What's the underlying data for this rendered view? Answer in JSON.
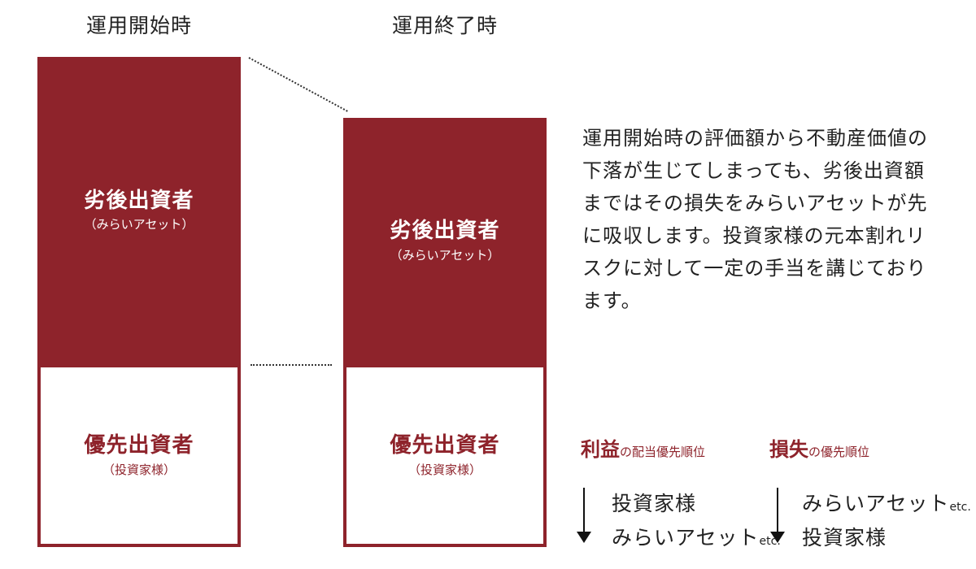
{
  "columns": {
    "start": {
      "title": "運用開始時",
      "junior": {
        "name": "劣後出資者",
        "sub": "（みらいアセット）"
      },
      "senior": {
        "name": "優先出資者",
        "sub": "（投資家様）"
      }
    },
    "end": {
      "title": "運用終了時",
      "junior": {
        "name": "劣後出資者",
        "sub": "（みらいアセット）"
      },
      "senior": {
        "name": "優先出資者",
        "sub": "（投資家様）"
      }
    }
  },
  "description": "運用開始時の評価額から不動産価値の下落が生じてしまっても、劣後出資額まではその損失をみらいアセットが先に吸収します。投資家様の元本割れリスクに対して一定の手当を講じております。",
  "profit_priority": {
    "title_main": "利益",
    "title_sub": "の配当優先順位",
    "first": "投資家様",
    "second": "みらいアセット",
    "second_suffix": "etc."
  },
  "loss_priority": {
    "title_main": "損失",
    "title_sub": "の優先順位",
    "first": "みらいアセット",
    "first_suffix": "etc.",
    "second": "投資家様"
  },
  "colors": {
    "accent": "#8e232b",
    "text": "#222222"
  },
  "icons": {
    "arrow": "down-arrow-icon"
  }
}
